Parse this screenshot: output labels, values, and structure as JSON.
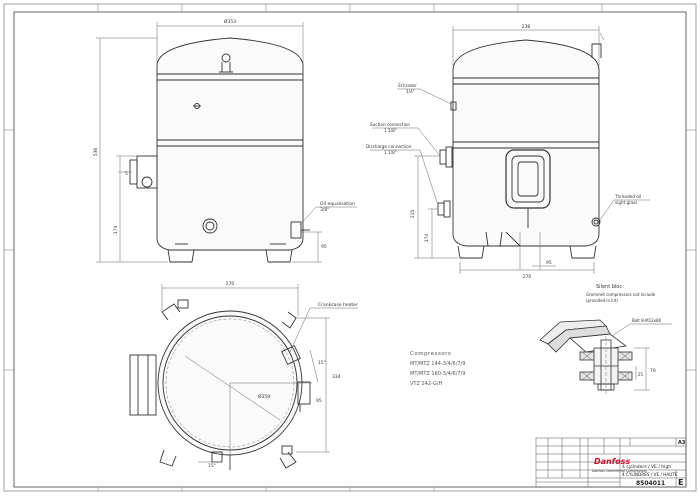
{
  "drawing": {
    "dims": {
      "front_width": "Ø353",
      "front_height": "536",
      "front_lower_height": "174",
      "front_gap": "95",
      "front_base": "5",
      "side_width": "238",
      "side_h1": "215",
      "side_h2": "174",
      "side_base_width": "270",
      "side_right_h": "95",
      "top_width": "270",
      "top_depth": "334",
      "top_diameter": "Ø359",
      "top_angle_1": "15°",
      "top_angle_2": "15°",
      "top_right_small": "95",
      "detail_height": "70",
      "detail_small": "25"
    },
    "callouts": {
      "front_oil_equalisation": "Oil equalisation",
      "front_oil_equalisation_size": "3/8\"",
      "side_schrader": "Schrader",
      "side_schrader_size": "1/4\"",
      "side_suction": "Suction connection",
      "side_suction_size": "1 5/8\"",
      "side_discharge": "Discharge connection",
      "side_discharge_size": "1 1/8\"",
      "side_threaded_oil": "Threaded oil",
      "side_sight_glass": "sight glass",
      "top_crankcase_heater": "Crankcase heater",
      "silent_bloc_title": "Silent bloc",
      "silent_bloc_note_1": "Grommet compressors not include",
      "silent_bloc_note_2": "(provided in kit)",
      "detail_bolt": "Bolt 8-M12x80"
    },
    "compressors": {
      "title": "Compressors",
      "line_1": "MT/MTZ 144-3/4/6/7/9",
      "line_2": "MT/MTZ 160-3/4/6/7/9",
      "line_3": "VTZ 242-G/H"
    }
  },
  "titleblock": {
    "brand": "Danfoss",
    "brand_sub": "Danfoss Commercial Compressors",
    "sheet_size": "A3",
    "subtitle_en": "4 cylinders / VE / high",
    "subtitle_fr": "4 CYLINDRES / VE / HAUTE",
    "drawing_no": "8504011",
    "revision": "E"
  }
}
